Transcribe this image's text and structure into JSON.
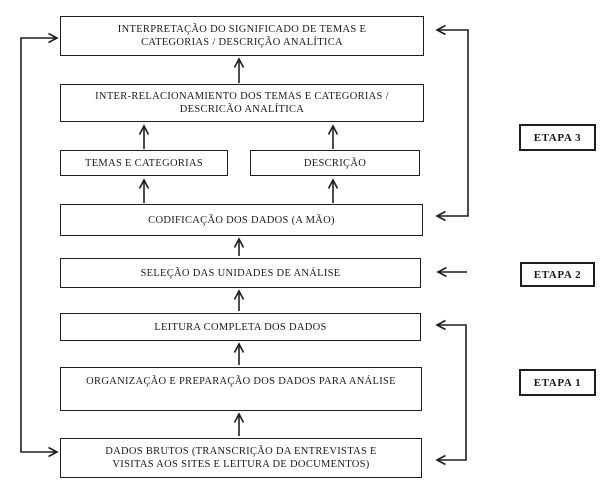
{
  "diagram": {
    "title": "fluxo-analise-de-dados-qualitativos",
    "boxes": {
      "interpretacao": {
        "line1": "INTERPRETAÇÃO DO SIGNIFICADO DE TEMAS E",
        "line2": "CATEGORIAS / DESCRIÇÃO ANALÍTICA"
      },
      "inter_relacionamento": {
        "line1": "INTER-RELACIONAMIENTO DOS TEMAS E CATEGORIAS /",
        "line2": "DESCRICÃO ANALÍTICA"
      },
      "temas_categorias": {
        "label": "TEMAS E CATEGORIAS"
      },
      "descricao": {
        "label": "DESCRIÇÃO"
      },
      "codificacao": {
        "label": "CODIFICAÇÃO DOS DADOS (A MÃO)"
      },
      "selecao": {
        "label": "SELEÇÃO DAS UNIDADES DE ANÁLISE"
      },
      "leitura": {
        "label": "LEITURA COMPLETA DOS DADOS"
      },
      "organizacao": {
        "label": "ORGANIZAÇÃO E PREPARAÇÃO DOS DADOS PARA ANÁLISE"
      },
      "dados_brutos": {
        "line1": "DADOS BRUTOS (TRANSCRIÇÃO DA ENTREVISTAS E",
        "line2": "VISITAS AOS SITES E LEITURA DE DOCUMENTOS)"
      }
    },
    "stages": [
      {
        "label": "ETAPA 3"
      },
      {
        "label": "ETAPA 2"
      },
      {
        "label": "ETAPA 1"
      }
    ],
    "colors": {
      "line": "#1f1f1f",
      "text": "#1a1a1a",
      "background": "#ffffff"
    }
  }
}
